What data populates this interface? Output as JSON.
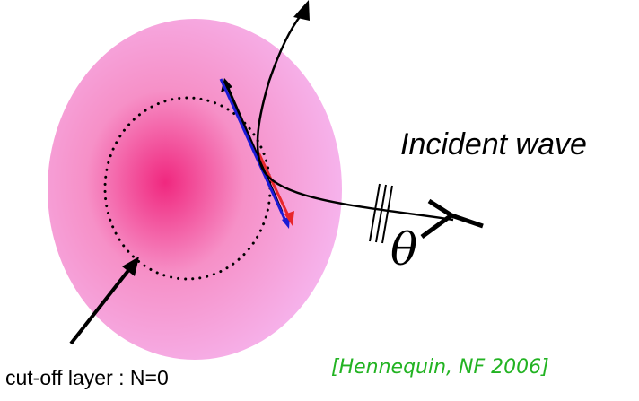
{
  "labels": {
    "incident_wave": "Incident wave",
    "angle_symbol": "θ",
    "cutoff_layer": "cut-off layer  : N=0",
    "citation": "[Hennequin, NF 2006]"
  },
  "colors": {
    "plasma_core": "#f0287f",
    "plasma_mid": "#f690c7",
    "plasma_edge": "#f6b3ec",
    "citation": "#22b322",
    "blue_arrow": "#1a1ad6",
    "red_arrow": "#e8262a",
    "black": "#000000"
  }
}
